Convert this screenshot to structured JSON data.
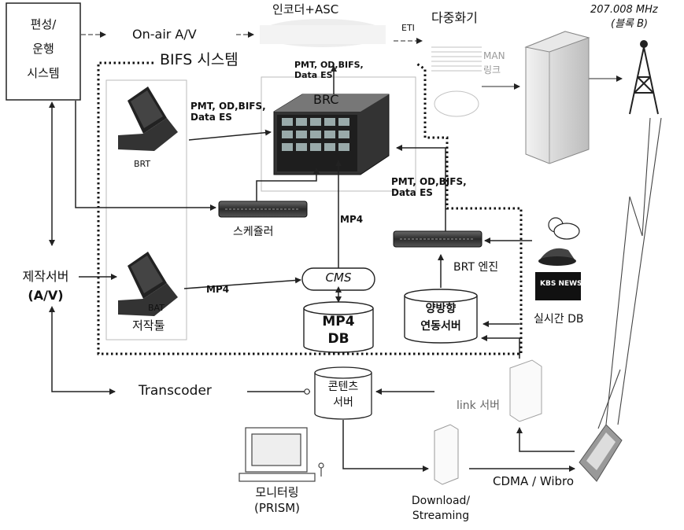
{
  "top": {
    "ops_system": [
      "편성/",
      "운행",
      "시스템"
    ],
    "onair_av": "On-air A/V",
    "encoder": "인코더+ASC",
    "eti": "ETI",
    "multiplexer": "다중화기",
    "man_link": [
      "MAN",
      "링크"
    ],
    "frequency": "207.008 MHz",
    "block": "(블록 B)"
  },
  "bifs": {
    "title": "BIFS 시스템",
    "brc_in_top": [
      "PMT, OD,BIFS,",
      "Data ES"
    ],
    "brc_label": "BRC",
    "brt_to_brc": [
      "PMT, OD,BIFS,",
      "Data ES"
    ],
    "brt": "BRT",
    "scheduler": "스케쥴러",
    "engine_to_brc": [
      "PMT, OD,BIFS,",
      "Data ES"
    ],
    "mp4_up": "MP4",
    "bat": "BAT",
    "bat_mp4": "MP4",
    "authoring_tool": "저작툴",
    "cms": "CMS",
    "mp4db": [
      "MP4",
      "DB"
    ],
    "brt_engine": "BRT 엔진",
    "interactive_server": [
      "양방향",
      "연동서버"
    ],
    "realtime_db": "실시간 DB",
    "kbs_news": "KBS NEWS"
  },
  "production": {
    "server": [
      "제작서버",
      "(A/V)"
    ]
  },
  "bottom": {
    "transcoder": "Transcoder",
    "content_server": [
      "콘텐츠",
      "서버"
    ],
    "link_server": "link 서버",
    "monitoring": [
      "모니터링",
      "(PRISM)"
    ],
    "download": [
      "Download/",
      "Streaming"
    ],
    "cdma": "CDMA / Wibro"
  }
}
